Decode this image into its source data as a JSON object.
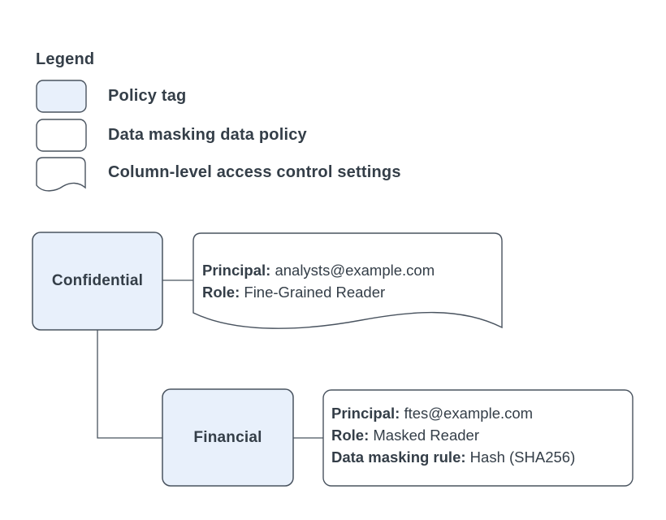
{
  "colors": {
    "policy_tag_fill": "#e8f0fb",
    "white_fill": "#ffffff",
    "shape_stroke": "#49535f",
    "connector_stroke": "#49535f",
    "text": "#343e48"
  },
  "legend": {
    "title": "Legend",
    "items": [
      {
        "swatch": "policy-tag",
        "label": "Policy tag"
      },
      {
        "swatch": "data-masking-data-policy",
        "label": "Data masking data policy"
      },
      {
        "swatch": "column-level-access-control",
        "label": "Column-level access control settings"
      }
    ]
  },
  "diagram": {
    "nodes": {
      "confidential": {
        "label": "Confidential"
      },
      "financial": {
        "label": "Financial"
      }
    },
    "column_access_settings": {
      "lines": [
        {
          "label": "Principal:",
          "value": " analysts@example.com"
        },
        {
          "label": "Role:",
          "value": " Fine-Grained Reader"
        }
      ]
    },
    "data_masking_policy": {
      "lines": [
        {
          "label": "Principal:",
          "value": " ftes@example.com"
        },
        {
          "label": "Role:",
          "value": " Masked Reader"
        },
        {
          "label": "Data masking rule:",
          "value": " Hash (SHA256)"
        }
      ]
    }
  }
}
